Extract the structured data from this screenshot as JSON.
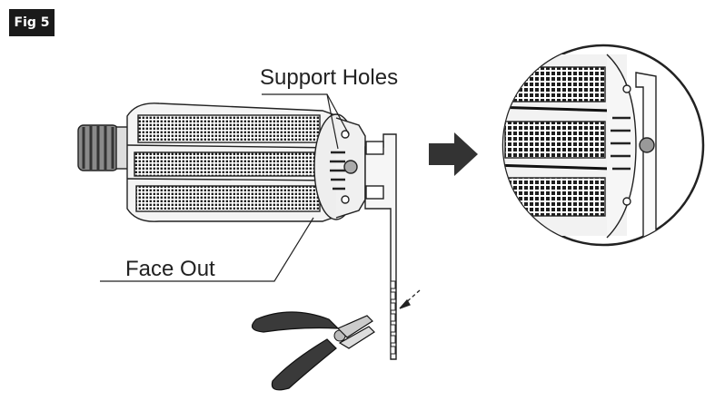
{
  "figure": {
    "badge": "Fig 5"
  },
  "callouts": {
    "support_holes": "Support Holes",
    "face_out": "Face Out"
  },
  "icons": {
    "arrow": "right-arrow-icon",
    "tool": "pliers-icon"
  },
  "colors": {
    "ink": "#222222",
    "badge_bg": "#1a1a1a",
    "arrow": "#333333"
  }
}
